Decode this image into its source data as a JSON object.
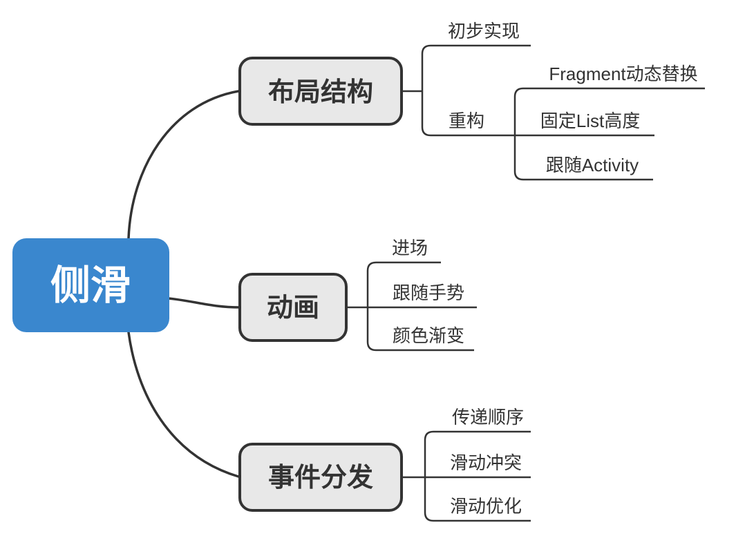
{
  "colors": {
    "root_fill": "#3A87CE",
    "root_text": "#FFFFFF",
    "topic_fill": "#E8E8E8",
    "line": "#333333",
    "text": "#333333",
    "background": "#FFFFFF"
  },
  "root": {
    "label": "侧滑"
  },
  "topics": [
    {
      "label": "布局结构",
      "children": [
        {
          "label": "初步实现",
          "children": []
        },
        {
          "label": "重构",
          "children": [
            {
              "label": "Fragment动态替换"
            },
            {
              "label": "固定List高度"
            },
            {
              "label": "跟随Activity"
            }
          ]
        }
      ]
    },
    {
      "label": "动画",
      "children": [
        {
          "label": "进场"
        },
        {
          "label": "跟随手势"
        },
        {
          "label": "颜色渐变"
        }
      ]
    },
    {
      "label": "事件分发",
      "children": [
        {
          "label": "传递顺序"
        },
        {
          "label": "滑动冲突"
        },
        {
          "label": "滑动优化"
        }
      ]
    }
  ]
}
